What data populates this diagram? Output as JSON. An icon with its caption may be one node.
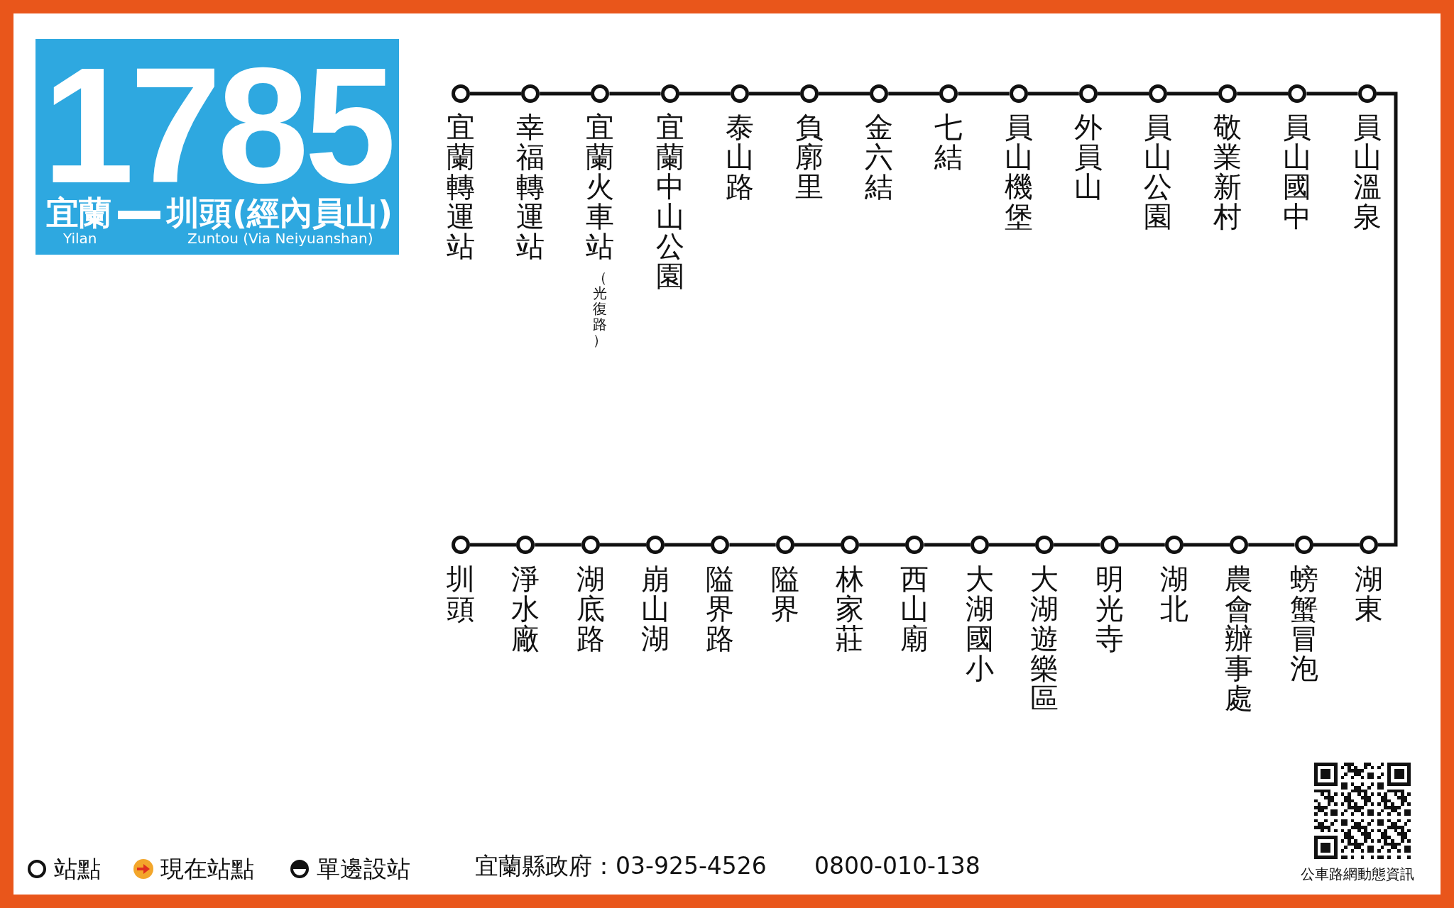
{
  "diagram": {
    "nodes": [
      {
        "text": [
          "1785",
          "宜蘭",
          "圳頭(經內員山)",
          "Yilan",
          "Zuntou (Via Neiyuanshan)"
        ]
      },
      {
        "text": [],
        "shape": "circle",
        "beside": [
          "宜蘭轉運站"
        ]
      },
      {
        "text": [],
        "shape": "circle",
        "beside": [
          "幸福轉運站"
        ]
      },
      {
        "text": [],
        "shape": "circle",
        "beside": [
          "宜蘭火車站",
          "（光復路）"
        ]
      },
      {
        "text": [],
        "shape": "circle",
        "beside": [
          "宜蘭中山公園"
        ]
      },
      {
        "text": [],
        "shape": "circle",
        "beside": [
          "泰山路"
        ]
      },
      {
        "text": [],
        "shape": "circle",
        "beside": [
          "負廓里"
        ]
      },
      {
        "text": [],
        "shape": "circle",
        "beside": [
          "金六結"
        ]
      },
      {
        "text": [],
        "shape": "circle",
        "beside": [
          "七結"
        ]
      },
      {
        "text": [],
        "shape": "circle",
        "beside": [
          "員山機堡"
        ]
      },
      {
        "text": [],
        "shape": "circle",
        "beside": [
          "外員山"
        ]
      },
      {
        "text": [],
        "shape": "circle",
        "beside": [
          "員山公園"
        ]
      },
      {
        "text": [],
        "shape": "circle",
        "beside": [
          "敬業新村"
        ]
      },
      {
        "text": [],
        "shape": "circle",
        "beside": [
          "員山國中"
        ]
      },
      {
        "text": [],
        "shape": "circle",
        "beside": [
          "員山溫泉"
        ]
      },
      {
        "text": [],
        "shape": "circle",
        "beside": [
          "圳頭"
        ]
      },
      {
        "text": [],
        "shape": "circle",
        "beside": [
          "淨水廠"
        ]
      },
      {
        "text": [],
        "shape": "circle",
        "beside": [
          "湖底路"
        ]
      },
      {
        "text": [],
        "shape": "circle",
        "beside": [
          "崩山湖"
        ]
      },
      {
        "text": [],
        "shape": "circle",
        "beside": [
          "隘界路"
        ]
      },
      {
        "text": [],
        "shape": "circle",
        "beside": [
          "隘界"
        ]
      },
      {
        "text": [],
        "shape": "circle",
        "beside": [
          "林家莊"
        ]
      },
      {
        "text": [],
        "shape": "circle",
        "beside": [
          "西山廟"
        ]
      },
      {
        "text": [],
        "shape": "circle",
        "beside": [
          "大湖國小"
        ]
      },
      {
        "text": [],
        "shape": "circle",
        "beside": [
          "大湖遊樂區"
        ]
      },
      {
        "text": [],
        "shape": "circle",
        "beside": [
          "明光寺"
        ]
      },
      {
        "text": [],
        "shape": "circle",
        "beside": [
          "湖北"
        ]
      },
      {
        "text": [],
        "shape": "circle",
        "beside": [
          "農會辦事處"
        ]
      },
      {
        "text": [],
        "shape": "circle",
        "beside": [
          "螃蟹冒泡"
        ]
      },
      {
        "text": [],
        "shape": "circle",
        "beside": [
          "湖東"
        ]
      }
    ],
    "edges": [
      {
        "from": 1,
        "to": 2,
        "arrow": "none"
      },
      {
        "from": 2,
        "to": 3,
        "arrow": "none"
      },
      {
        "from": 3,
        "to": 4,
        "arrow": "none"
      },
      {
        "from": 4,
        "to": 5,
        "arrow": "none"
      },
      {
        "from": 5,
        "to": 6,
        "arrow": "none"
      },
      {
        "from": 6,
        "to": 7,
        "arrow": "none"
      },
      {
        "from": 7,
        "to": 8,
        "arrow": "none"
      },
      {
        "from": 8,
        "to": 9,
        "arrow": "none"
      },
      {
        "from": 9,
        "to": 10,
        "arrow": "none"
      },
      {
        "from": 10,
        "to": 11,
        "arrow": "none"
      },
      {
        "from": 11,
        "to": 12,
        "arrow": "none"
      },
      {
        "from": 12,
        "to": 13,
        "arrow": "none"
      },
      {
        "from": 13,
        "to": 14,
        "arrow": "none"
      },
      {
        "from": 14,
        "to": 29,
        "arrow": "none"
      },
      {
        "from": 29,
        "to": 28,
        "arrow": "none"
      },
      {
        "from": 28,
        "to": 27,
        "arrow": "none"
      },
      {
        "from": 27,
        "to": 26,
        "arrow": "none"
      },
      {
        "from": 26,
        "to": 25,
        "arrow": "none"
      },
      {
        "from": 25,
        "to": 24,
        "arrow": "none"
      },
      {
        "from": 24,
        "to": 23,
        "arrow": "none"
      },
      {
        "from": 23,
        "to": 22,
        "arrow": "none"
      },
      {
        "from": 22,
        "to": 21,
        "arrow": "none"
      },
      {
        "from": 21,
        "to": 20,
        "arrow": "none"
      },
      {
        "from": 20,
        "to": 19,
        "arrow": "none"
      },
      {
        "from": 19,
        "to": 18,
        "arrow": "none"
      },
      {
        "from": 18,
        "to": 17,
        "arrow": "none"
      },
      {
        "from": 17,
        "to": 16,
        "arrow": "none"
      },
      {
        "from": 16,
        "to": 15,
        "arrow": "none"
      }
    ],
    "labels": [
      "宜蘭縣政府：03-925-4526",
      "0800-010-138",
      "公車路網動態資訊"
    ],
    "legend": [
      {
        "text": "站點"
      },
      {
        "text": "現在站點"
      },
      {
        "text": "單邊設站"
      }
    ]
  }
}
